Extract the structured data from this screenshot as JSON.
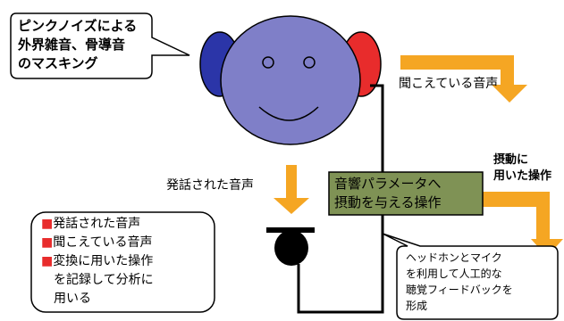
{
  "callout_masking": [
    "ピンクノイズによる",
    "外界雑音、骨導音",
    "のマスキング"
  ],
  "heard_voice_label": "聞こえている音声",
  "spoken_voice_label": "発話された音声",
  "operation_label_lines": [
    "摂動に",
    "用いた操作"
  ],
  "param_box_lines": [
    "音響パラメータへ",
    "摂動を与える操作"
  ],
  "analysis_box_items": [
    "■発話された音声",
    "■聞こえている音声",
    "■変換に用いた操作"
  ],
  "analysis_box_tail": [
    "を記録して分析に",
    "用いる"
  ],
  "callout_headphone": [
    "ヘッドホンとマイク",
    "を利用して人工的な",
    "聴覚フィードバックを",
    "形成"
  ],
  "colors": {
    "face": "#7f7fc8",
    "left_ear": "#2b35a8",
    "right_ear": "#e82c2c",
    "arrow_orange": "#f5a623",
    "param_box": "#7f9255"
  }
}
